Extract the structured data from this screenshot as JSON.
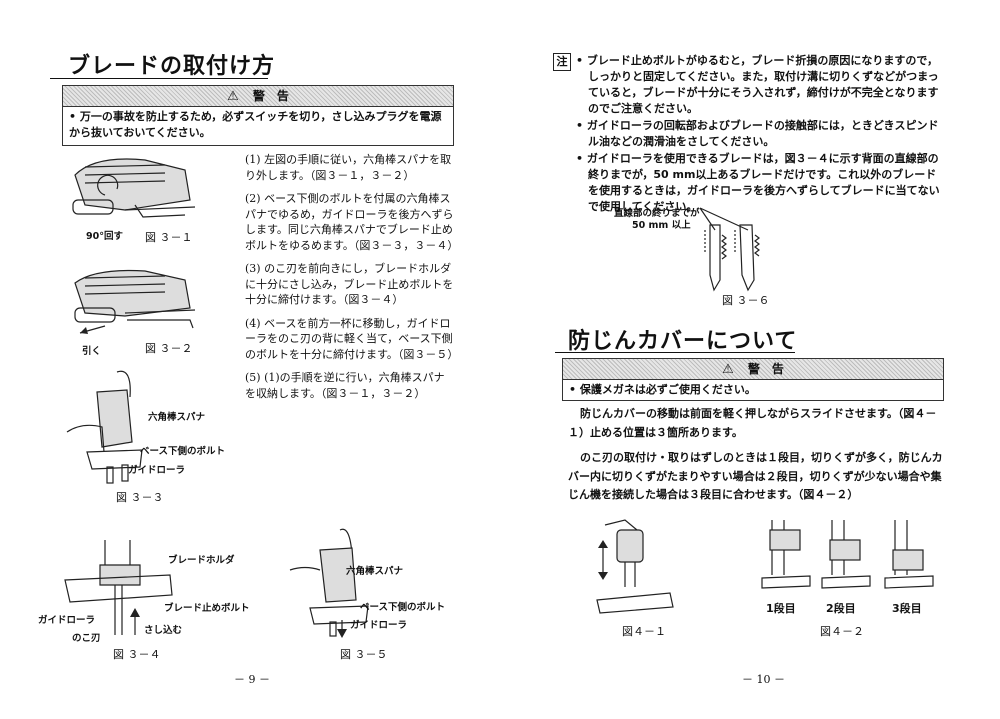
{
  "left": {
    "title": "ブレードの取付け方",
    "warning_label": "警　告",
    "warning_text": "• 万一の事故を防止するため，必ずスイッチを切り，さし込みプラグを電源から抜いておいてください。",
    "steps": [
      "(1) 左図の手順に従い，六角棒スパナを取り外します。（図３－１，３－２）",
      "(2) ベース下側のボルトを付属の六角棒スパナでゆるめ，ガイドローラを後方へずらします。同じ六角棒スパナでブレード止めボルトをゆるめます。（図３－３，３－４）",
      "(3) のこ刃を前向きにし，ブレードホルダに十分にさし込み，ブレード止めボルトを十分に締付けます。（図３－４）",
      "(4) ベースを前方一杯に移動し，ガイドローラをのこ刃の背に軽く当て，ベース下側のボルトを十分に締付けます。（図３－５）",
      "(5) (1)の手順を逆に行い，六角棒スパナを収納します。（図３－１，３－２）"
    ],
    "figures": {
      "f31": {
        "caption": "図 ３－１",
        "label_rotate": "90°回す"
      },
      "f32": {
        "caption": "図 ３－２",
        "label_pull": "引く"
      },
      "f33": {
        "caption": "図 ３－３",
        "label_wrench": "六角棒スパナ",
        "label_bolt": "ベース下側のボルト",
        "label_roller": "ガイドローラ"
      },
      "f34": {
        "caption": "図 ３－４",
        "label_holder": "ブレードホルダ",
        "label_stopbolt": "ブレード止めボルト",
        "label_roller": "ガイドローラ",
        "label_blade": "のこ刃",
        "label_insert": "さし込む"
      },
      "f35": {
        "caption": "図 ３－５",
        "label_wrench": "六角棒スパナ",
        "label_bolt": "ベース下側のボルト",
        "label_roller": "ガイドローラ"
      }
    },
    "page_number": "－ 9 －"
  },
  "right": {
    "note_label": "注",
    "notes": [
      "• ブレード止めボルトがゆるむと，ブレード折損の原因になりますので，しっかりと固定してください。また，取付け溝に切りくずなどがつまっていると，ブレードが十分にそう入されず，締付けが不完全となりますのでご注意ください。",
      "• ガイドローラの回転部およびブレードの接触部には，ときどきスピンドル油などの潤滑油をさしてください。",
      "• ガイドローラを使用できるブレードは，図３－４に示す背面の直線部の終りまでが，50 mm以上あるブレードだけです。これ以外のブレードを使用するときは，ガイドローラを後方へずらしてブレードに当てないで使用してください。"
    ],
    "fig36": {
      "label_line1": "直線部の終りまでが",
      "label_line2": "50 mm 以上",
      "caption": "図 ３－６"
    },
    "title2": "防じんカバーについて",
    "warning_label": "警　告",
    "warning_text": "• 保護メガネは必ずご使用ください。",
    "para1": "防じんカバーの移動は前面を軽く押しながらスライドさせます。（図４－１）止める位置は３箇所あります。",
    "para2": "のこ刃の取付け・取りはずしのときは１段目，切りくずが多く，防じんカバー内に切りくずがたまりやすい場合は２段目，切りくずが少ない場合や集じん機を接続した場合は３段目に合わせます。（図４－２）",
    "fig41": {
      "caption": "図４－１"
    },
    "fig42": {
      "caption": "図４－２",
      "step1": "1段目",
      "step2": "2段目",
      "step3": "3段目"
    },
    "page_number": "－ 10 －"
  }
}
